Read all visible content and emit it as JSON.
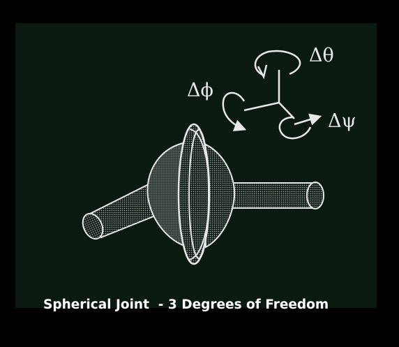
{
  "caption": "Spherical Joint  - 3 Degrees of Freedom",
  "labels": {
    "theta": "Δθ",
    "phi": "Δϕ",
    "psi": "Δψ"
  },
  "colors": {
    "background": "#000000",
    "panel": "#0b1a11",
    "line": "#e8e8e8",
    "text": "#ffffff"
  }
}
